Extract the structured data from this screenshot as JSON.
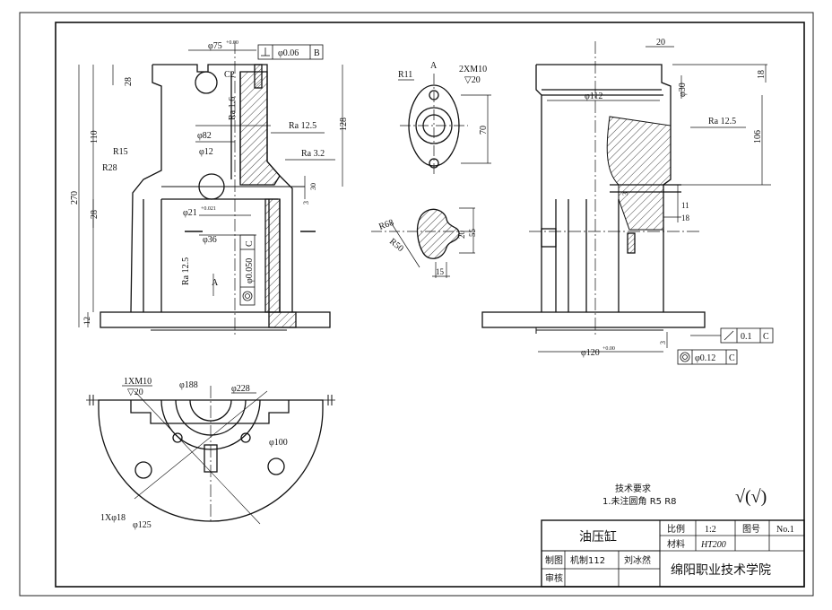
{
  "dims": {
    "d75": "φ75",
    "d75_tol": "+0.00",
    "gt_value": "φ0.06",
    "gt_datum_b": "B",
    "c2": "C2",
    "d28_top": "28",
    "d110": "110",
    "d270": "270",
    "d28_mid": "28",
    "d12": "12",
    "r15": "R15",
    "r28": "R28",
    "ra16": "Ra 1.6",
    "d82": "φ82",
    "d12b": "φ12",
    "d21": "φ21",
    "d21_tol": "+0.021",
    "d36": "φ36",
    "ra125_left": "Ra 12.5",
    "gt2_value": "φ0.050",
    "gt2_datum": "C",
    "view_a_arrow": "A",
    "ra125_mid": "Ra 12.5",
    "ra32": "Ra 3.2",
    "d128": "128",
    "d30": "30",
    "d3": "3",
    "r11": "R11",
    "view_a": "A",
    "m10": "2XM10",
    "m10_depth": "▽20",
    "d70": "70",
    "r68": "R68",
    "r50": "R50",
    "d20": "20",
    "d55": "55",
    "d15": "15",
    "r20_top": "20",
    "r18": "18",
    "phi30": "φ30",
    "phi112": "φ112",
    "ra125_right": "Ra 12.5",
    "d106": "106",
    "d3b": "3",
    "d11": "11",
    "d18": "18",
    "d3c": "3",
    "phi120": "φ120",
    "phi120_tol": "+0.00",
    "runout_value": "0.1",
    "runout_datum": "C",
    "gt3_value": "φ0.12",
    "gt3_datum": "C",
    "m10b": "1XM10",
    "m10b_depth": "▽20",
    "phi188": "φ188",
    "phi228": "φ228",
    "phi100": "φ100",
    "phi18": "1Xφ18",
    "phi125": "φ125"
  },
  "notes": {
    "heading": "技术要求",
    "line1": "1.未注圆角 R5 R8",
    "roughness_symbol": "√(√)"
  },
  "title_block": {
    "part_name": "油压缸",
    "scale_label": "比例",
    "scale_value": "1:2",
    "drawing_no_label": "图号",
    "drawing_no": "No.1",
    "material_label": "材料",
    "material_value": "HT200",
    "drawn_label": "制图",
    "class_value": "机制112",
    "drawer_name": "刘冰然",
    "checked_label": "审核",
    "school": "绵阳职业技术学院"
  }
}
